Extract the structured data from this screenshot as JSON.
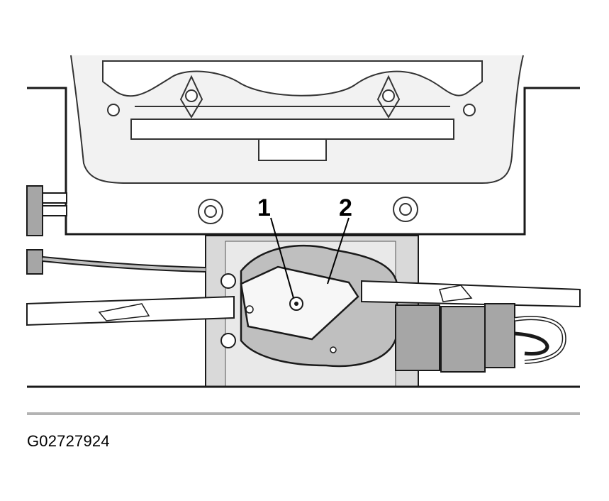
{
  "callouts": [
    {
      "label": "1"
    },
    {
      "label": "2"
    }
  ],
  "caption": "G02727924",
  "colors": {
    "line": "#1a1a1a",
    "panel_fill": "#f2f2f2",
    "housing_fill": "#bfbfbf",
    "bracket_fill": "#d9d9d9",
    "actuator_plate": "#f7f7f7",
    "connector_fill": "#a6a6a6",
    "rule": "#b3b3b3"
  }
}
